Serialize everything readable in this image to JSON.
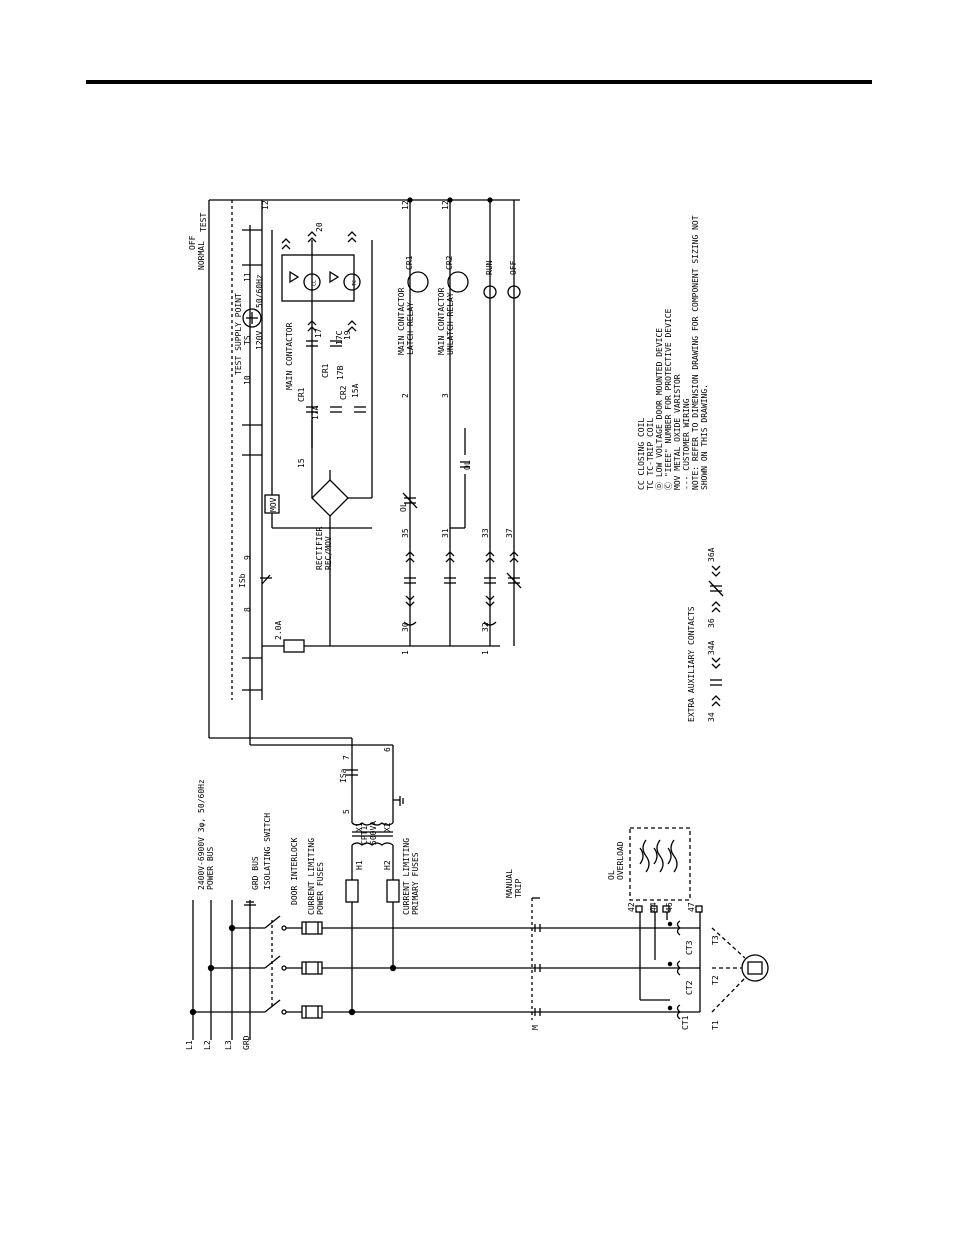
{
  "buses": {
    "l1": "L1",
    "l2": "L2",
    "l3": "L3",
    "grd": "GRD",
    "power_bus": "2400V-6900V 3φ, 50/60Hz",
    "power_bus_2": "POWER BUS",
    "grd_bus": "GRD BUS"
  },
  "power": {
    "isolating_switch": "ISOLATING SWITCH",
    "door_interlock": "DOOR INTERLOCK",
    "power_fuses": "CURRENT LIMITING",
    "power_fuses_2": "POWER FUSES",
    "primary_fuses": "CURRENT LIMITING",
    "primary_fuses_2": "PRIMARY FUSES",
    "cpt": "CPT1",
    "cpt_va": "500VA",
    "h1": "H1",
    "h2": "H2",
    "x1": "X1",
    "x2": "X2",
    "manual_trip": "MANUAL",
    "manual_trip_2": "TRIP",
    "m": "M",
    "overload": "OL",
    "overload_2": "OVERLOAD",
    "ct1": "CT1",
    "ct2": "CT2",
    "ct3": "CT3",
    "t1": "T1",
    "t2": "T2",
    "t3": "T3",
    "w42": "42",
    "w44": "44",
    "w46": "46",
    "w47": "47",
    "w5": "5",
    "w6": "6",
    "w7": "7",
    "isa": "ISa"
  },
  "control": {
    "test": "TEST",
    "normal": "NORMAL",
    "off": "OFF",
    "test_supply": "TEST SUPPLY POINT",
    "ts": "TS",
    "ts_v": "120V",
    "ts_hz": "50/60Hz",
    "w8": "8",
    "w9": "9",
    "w10": "10",
    "w11": "11",
    "w12": "12",
    "isb": "ISb",
    "fuse": "2.0A",
    "rectifier": "RECTIFIER",
    "rectifier_2": "REC/MOV",
    "mov": "MOV",
    "main_contactor": "MAIN CONTACTOR",
    "cr1": "CR1",
    "cr2": "CR2",
    "w15": "15",
    "w15a": "15A",
    "w17": "17",
    "w17a": "17A",
    "w17b": "17B",
    "w17c": "17C",
    "w19": "19",
    "w20": "20",
    "cc": "CC",
    "tc": "TC",
    "latch": "MAIN CONTACTOR",
    "latch_2": "LATCH RELAY",
    "unlatch": "MAIN CONTACTOR",
    "unlatch_2": "UNLATCH RELAY",
    "run": "RUN",
    "off_light": "OFF",
    "ol": "OL",
    "w1": "1",
    "w2": "2",
    "w3": "3",
    "w30": "30",
    "w31": "31",
    "w32": "32",
    "w33": "33",
    "w35": "35",
    "w37": "37",
    "aux_title": "EXTRA AUXILIARY CONTACTS",
    "w34": "34",
    "w34a": "34A",
    "w36": "36",
    "w36a": "36A"
  },
  "legend": [
    "CC    CLOSING COIL",
    "TC    TC-TRIP COIL",
    "Ⓓ    LOW VOLTAGE DOOR MOUNTED DEVICE",
    "Ⓒ    \"IEEE\" NUMBER FOR PROTECTIVE DEVICE",
    "MOV   METAL OXIDE VARISTOR",
    "---   CUSTOMER WIRING",
    "NOTE: REFER TO DIMENSION DRAWING FOR COMPONENT SIZING NOT",
    "      SHOWN ON THIS DRAWING."
  ]
}
